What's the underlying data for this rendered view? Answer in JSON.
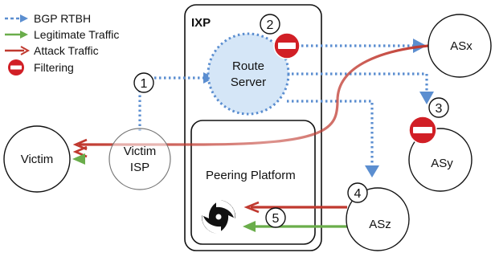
{
  "legend": {
    "bgp_rtbh": "BGP RTBH",
    "legitimate_traffic": "Legitimate Traffic",
    "attack_traffic": "Attack Traffic",
    "filtering": "Filtering"
  },
  "ixp": {
    "label": "IXP",
    "route_server_line1": "Route",
    "route_server_line2": "Server",
    "peering_platform": "Peering Platform"
  },
  "nodes": {
    "victim": "Victim",
    "victim_isp_line1": "Victim",
    "victim_isp_line2": "ISP",
    "asx": "ASx",
    "asy": "ASy",
    "asz": "ASz"
  },
  "steps": [
    "1",
    "2",
    "3",
    "4",
    "5"
  ],
  "colors": {
    "bgp_rtbh": "#5b8ed0",
    "legitimate": "#6aad4b",
    "attack": "#c0392f",
    "filter_red": "#d11f26",
    "route_server_fill": "#d5e6f7"
  }
}
